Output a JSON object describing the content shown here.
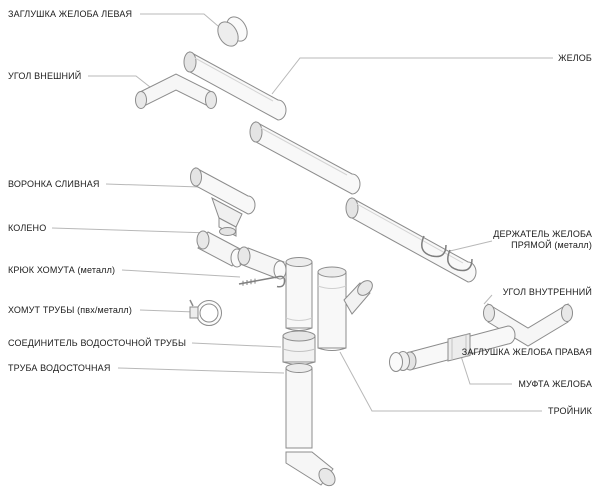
{
  "diagram": {
    "colors": {
      "background": "#ffffff",
      "part_outline": "#8c8c8c",
      "part_fill": "#f8f8f8",
      "leader_line": "#b8b8b8",
      "label_text": "#1c1c1c"
    },
    "labels_left": [
      {
        "id": "gutter-end-cap-left",
        "text": "ЗАГЛУШКА ЖЕЛОБА ЛЕВАЯ"
      },
      {
        "id": "outer-corner",
        "text": "УГОЛ ВНЕШНИЙ"
      },
      {
        "id": "drain-funnel",
        "text": "ВОРОНКА СЛИВНАЯ"
      },
      {
        "id": "elbow",
        "text": "КОЛЕНО"
      },
      {
        "id": "clamp-hook",
        "text": "КРЮК ХОМУТА (металл)"
      },
      {
        "id": "pipe-clamp",
        "text": "ХОМУТ ТРУБЫ (пвх/металл)"
      },
      {
        "id": "downpipe-connector",
        "text": "СОЕДИНИТЕЛЬ ВОДОСТОЧНОЙ ТРУБЫ"
      },
      {
        "id": "downpipe",
        "text": "ТРУБА ВОДОСТОЧНАЯ"
      }
    ],
    "labels_right": [
      {
        "id": "gutter",
        "text": "ЖЕЛОБ"
      },
      {
        "id": "gutter-bracket",
        "text": "ДЕРЖАТЕЛЬ ЖЕЛОБА ПРЯМОЙ (металл)"
      },
      {
        "id": "inner-corner",
        "text": "УГОЛ ВНУТРЕННИЙ"
      },
      {
        "id": "gutter-end-cap-right",
        "text": "ЗАГЛУШКА ЖЕЛОБА ПРАВАЯ"
      },
      {
        "id": "gutter-coupling",
        "text": "МУФТА ЖЕЛОБА"
      },
      {
        "id": "tee",
        "text": "ТРОЙНИК"
      }
    ]
  }
}
